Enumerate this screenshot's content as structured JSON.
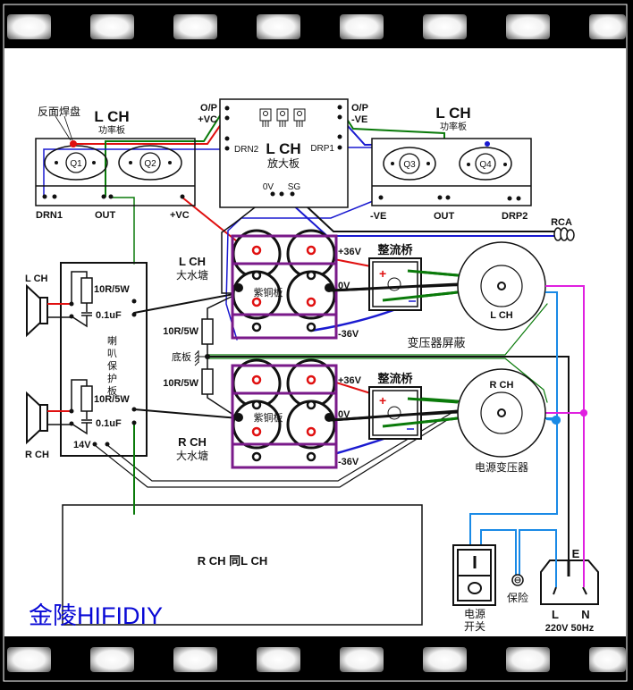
{
  "diagram": {
    "title": "Amplifier wiring diagram",
    "brand": "金陵HIFIDIY",
    "colors": {
      "red_wire": "#e01010",
      "green_wire": "#0a7a0a",
      "blue_wire": "#1a1ad0",
      "black_wire": "#111111",
      "light_blue_wire": "#1a8ae6",
      "magenta_wire": "#e020e0",
      "cap_bank": "#7a1a8a",
      "brand_text": "#0a0ad6"
    },
    "power_board_left": {
      "title": "L CH",
      "subtitle": "功率板",
      "note": "反面焊盘",
      "transistors": [
        "Q1",
        "Q2"
      ],
      "pins": [
        "DRN1",
        "OUT",
        "+VC"
      ]
    },
    "power_board_right": {
      "title": "L CH",
      "subtitle": "功率板",
      "transistors": [
        "Q3",
        "Q4"
      ],
      "pins": [
        "-VE",
        "OUT",
        "DRP2"
      ]
    },
    "amp_board": {
      "title": "L CH",
      "subtitle": "放大板",
      "left_pins": [
        "O/P",
        "+VC",
        "DRN2"
      ],
      "right_pins": [
        "O/P",
        "-VE",
        "DRP1"
      ],
      "bottom_pins": [
        "0V",
        "SG"
      ]
    },
    "rca": "RCA",
    "speaker_protect": {
      "title": "喇叭保护板",
      "left_speaker": "L CH",
      "right_speaker": "R CH",
      "resistor": "10R/5W",
      "capacitor": "0.1uF",
      "supply": "14V"
    },
    "cap_bank_left": {
      "title": "L CH",
      "subtitle": "大水塘",
      "plate": "紫铜板",
      "rails": [
        "+36V",
        "0V",
        "-36V"
      ]
    },
    "cap_bank_right": {
      "title": "R CH",
      "subtitle": "大水塘",
      "plate": "紫铜板",
      "rails": [
        "+36V",
        "0V",
        "-36V"
      ]
    },
    "ground_network": {
      "resistor_top": "10R/5W",
      "resistor_bottom": "10R/5W",
      "chassis": "底板"
    },
    "bridge_left": {
      "title": "整流桥"
    },
    "bridge_right": {
      "title": "整流桥"
    },
    "transformer_shield": "变压器屏蔽",
    "transformer_left": "L CH",
    "transformer_right": "R CH",
    "transformer_label": "电源变压器",
    "right_channel_box": "R CH 同L CH",
    "power_switch": {
      "label_line1": "电源",
      "label_line2": "开关",
      "on": "I",
      "off": "O"
    },
    "fuse": "保险",
    "iec_inlet": {
      "earth": "E",
      "live": "L",
      "neutral": "N",
      "rating": "220V 50Hz"
    }
  }
}
